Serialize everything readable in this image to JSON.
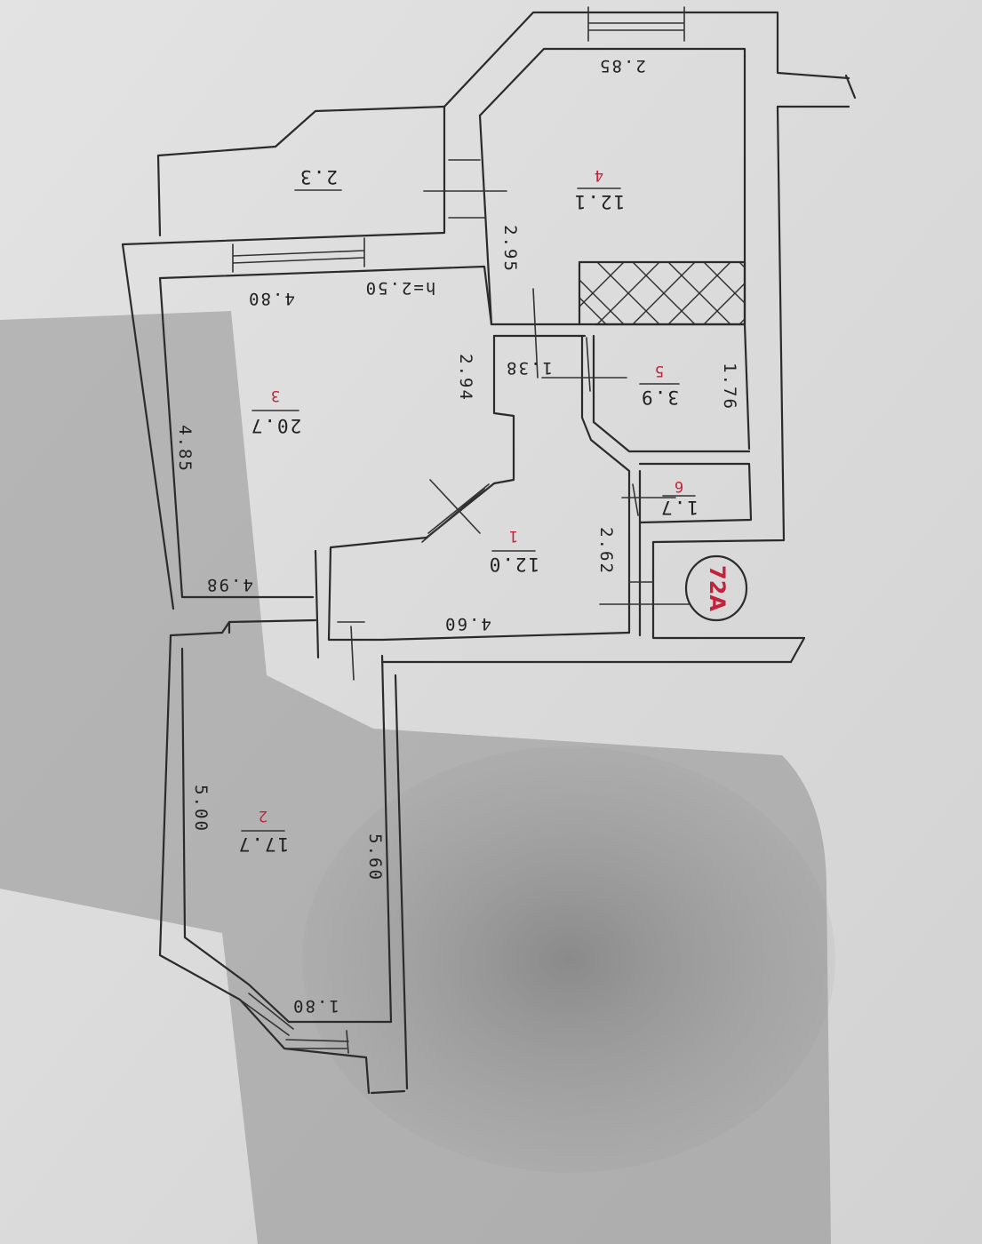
{
  "floor_plan": {
    "apartment_number": "72A",
    "height_label": "h=2.50",
    "rooms": [
      {
        "id": "room-1",
        "number": "1",
        "area": "12.0"
      },
      {
        "id": "room-2",
        "number": "2",
        "area": "17.7"
      },
      {
        "id": "room-3",
        "number": "3",
        "area": "20.7"
      },
      {
        "id": "room-4",
        "number": "4",
        "area": "12.1"
      },
      {
        "id": "room-5",
        "number": "5",
        "area": "3.9"
      },
      {
        "id": "room-6",
        "number": "6",
        "area": "1.7"
      }
    ],
    "balcony": {
      "area": "2.3"
    },
    "dimensions": {
      "kitchen_top": "2.85",
      "kitchen_left": "2.95",
      "living_top": "4.80",
      "living_left": "4.85",
      "living_right": "2.94",
      "living_bottom": "4.98",
      "bath_top": "1.38",
      "bath_right": "1.76",
      "hall_right": "2.62",
      "hall_bottom": "4.60",
      "bedroom_left": "5.00",
      "bedroom_right": "5.60",
      "bedroom_bottom": "1.80"
    },
    "colors": {
      "paper": "#d8d8d8",
      "ink": "#2b2b2b",
      "red_ink": "#c4213a"
    }
  }
}
